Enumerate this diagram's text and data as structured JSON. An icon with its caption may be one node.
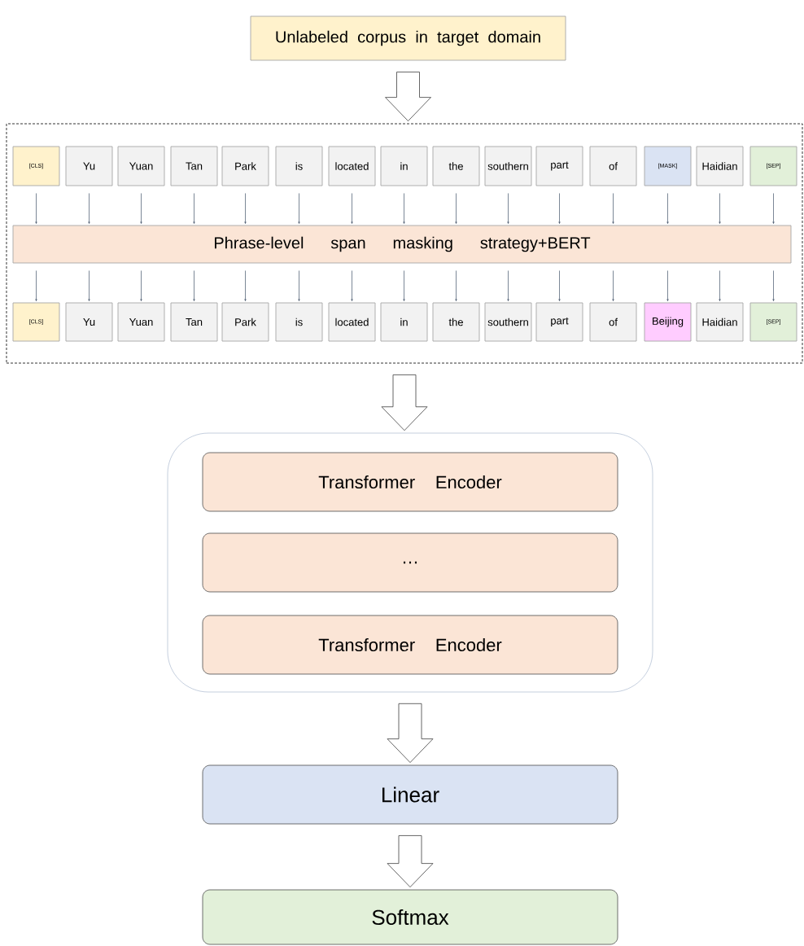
{
  "diagram": {
    "nodes": [
      {
        "text": [
          "Unlabeled corpus in target domain"
        ]
      },
      {
        "text": [],
        "shape": "box"
      },
      {
        "text": [
          "[CLS]"
        ],
        "in": 1
      },
      {
        "text": [
          "Yu"
        ],
        "in": 1
      },
      {
        "text": [
          "Yuan"
        ],
        "in": 1
      },
      {
        "text": [
          "Tan"
        ],
        "in": 1
      },
      {
        "text": [
          "Park"
        ],
        "in": 1
      },
      {
        "text": [
          "is"
        ],
        "in": 1
      },
      {
        "text": [
          "located"
        ],
        "in": 1
      },
      {
        "text": [
          "in"
        ],
        "in": 1
      },
      {
        "text": [
          "the"
        ],
        "in": 1
      },
      {
        "text": [
          "southern"
        ],
        "in": 1
      },
      {
        "text": [
          "part"
        ],
        "in": 1
      },
      {
        "text": [
          "of"
        ],
        "in": 1
      },
      {
        "text": [
          "[MASK]"
        ],
        "in": 1
      },
      {
        "text": [
          "Haidian"
        ],
        "in": 1
      },
      {
        "text": [
          "[SEP]"
        ],
        "in": 1
      },
      {
        "text": [
          "Phrase-level span masking strategy+BERT"
        ],
        "in": 1
      },
      {
        "text": [
          "[CLS]"
        ],
        "in": 1
      },
      {
        "text": [
          "Yu"
        ],
        "in": 1
      },
      {
        "text": [
          "Yuan"
        ],
        "in": 1
      },
      {
        "text": [
          "Tan"
        ],
        "in": 1
      },
      {
        "text": [
          "Park"
        ],
        "in": 1
      },
      {
        "text": [
          "is"
        ],
        "in": 1
      },
      {
        "text": [
          "located"
        ],
        "in": 1
      },
      {
        "text": [
          "in"
        ],
        "in": 1
      },
      {
        "text": [
          "the"
        ],
        "in": 1
      },
      {
        "text": [
          "southern"
        ],
        "in": 1
      },
      {
        "text": [
          "part"
        ],
        "in": 1
      },
      {
        "text": [
          "of"
        ],
        "in": 1
      },
      {
        "text": [
          "Beijing"
        ],
        "in": 1
      },
      {
        "text": [
          "Haidian"
        ],
        "in": 1
      },
      {
        "text": [
          "[SEP]"
        ],
        "in": 1
      },
      {
        "text": [],
        "shape": "box"
      },
      {
        "text": [
          "Transformer Encoder"
        ],
        "in": 33
      },
      {
        "text": [
          "…"
        ],
        "in": 33
      },
      {
        "text": [
          "Transformer Encoder"
        ],
        "in": 33
      },
      {
        "text": [
          "Linear"
        ]
      },
      {
        "text": [
          "Softmax"
        ]
      }
    ],
    "edges": [
      {
        "from": 0,
        "to": 1,
        "arrow": "to",
        "style": "thick"
      },
      {
        "from": 2,
        "to": 17,
        "arrow": "to"
      },
      {
        "from": 3,
        "to": 17,
        "arrow": "to"
      },
      {
        "from": 4,
        "to": 17,
        "arrow": "to"
      },
      {
        "from": 5,
        "to": 17,
        "arrow": "to"
      },
      {
        "from": 6,
        "to": 17,
        "arrow": "to"
      },
      {
        "from": 7,
        "to": 17,
        "arrow": "to"
      },
      {
        "from": 8,
        "to": 17,
        "arrow": "to"
      },
      {
        "from": 9,
        "to": 17,
        "arrow": "to"
      },
      {
        "from": 10,
        "to": 17,
        "arrow": "to"
      },
      {
        "from": 11,
        "to": 17,
        "arrow": "to"
      },
      {
        "from": 12,
        "to": 17,
        "arrow": "to"
      },
      {
        "from": 13,
        "to": 17,
        "arrow": "to"
      },
      {
        "from": 14,
        "to": 17,
        "arrow": "to"
      },
      {
        "from": 15,
        "to": 17,
        "arrow": "to"
      },
      {
        "from": 16,
        "to": 17,
        "arrow": "to"
      },
      {
        "from": 17,
        "to": 18,
        "arrow": "to"
      },
      {
        "from": 17,
        "to": 19,
        "arrow": "to"
      },
      {
        "from": 17,
        "to": 20,
        "arrow": "to"
      },
      {
        "from": 17,
        "to": 21,
        "arrow": "to"
      },
      {
        "from": 17,
        "to": 22,
        "arrow": "to"
      },
      {
        "from": 17,
        "to": 23,
        "arrow": "to"
      },
      {
        "from": 17,
        "to": 24,
        "arrow": "to"
      },
      {
        "from": 17,
        "to": 25,
        "arrow": "to"
      },
      {
        "from": 17,
        "to": 26,
        "arrow": "to"
      },
      {
        "from": 17,
        "to": 27,
        "arrow": "to"
      },
      {
        "from": 17,
        "to": 28,
        "arrow": "to"
      },
      {
        "from": 17,
        "to": 29,
        "arrow": "to"
      },
      {
        "from": 17,
        "to": 30,
        "arrow": "to"
      },
      {
        "from": 17,
        "to": 31,
        "arrow": "to"
      },
      {
        "from": 17,
        "to": 32,
        "arrow": "to"
      },
      {
        "from": 1,
        "to": 33,
        "arrow": "to",
        "style": "thick"
      },
      {
        "from": 33,
        "to": 37,
        "arrow": "to",
        "style": "thick"
      },
      {
        "from": 37,
        "to": 38,
        "arrow": "to",
        "style": "thick"
      }
    ]
  }
}
